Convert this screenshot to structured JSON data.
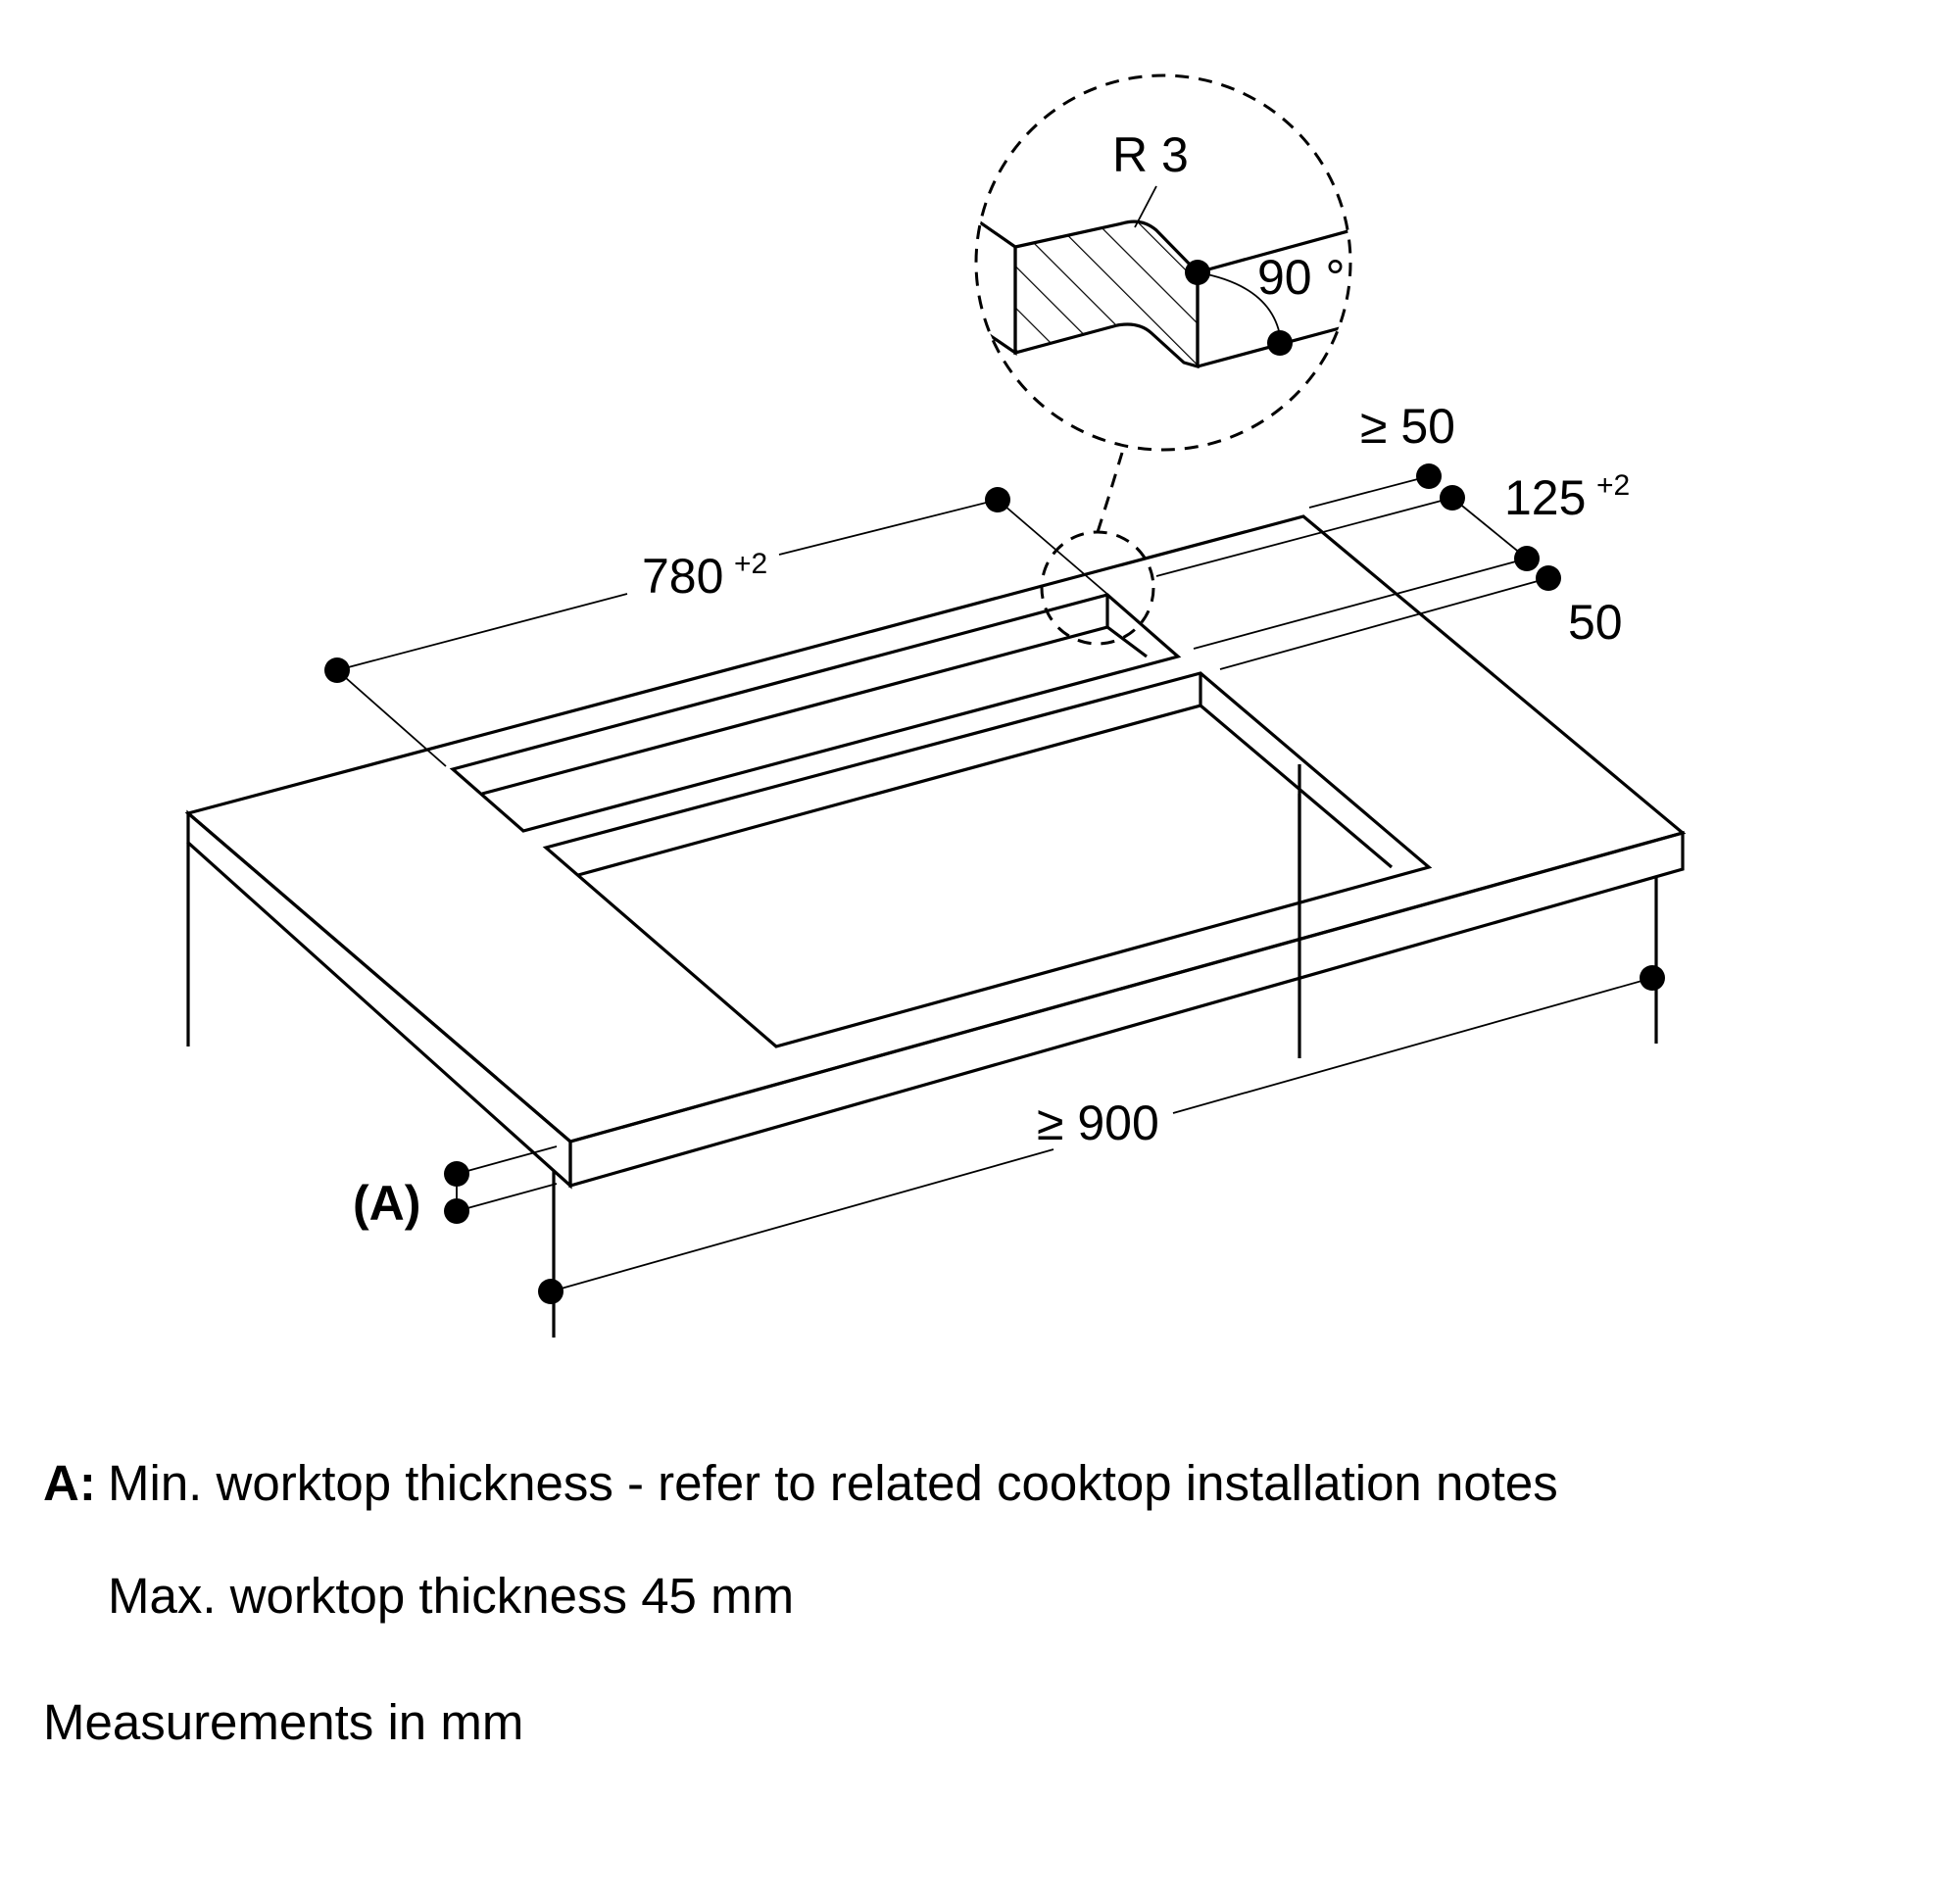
{
  "labels": {
    "radius": "R 3",
    "angle": "90 °",
    "rear_gap": "≥ 50",
    "strip_width": "125",
    "strip_width_tol": "+2",
    "cutout_gap": "50",
    "cutout_length": "780",
    "cutout_length_tol": "+2",
    "cabinet_width": "≥ 900",
    "thickness_marker": "(A)"
  },
  "notes": {
    "a_key": "A:",
    "a_text": "Min. worktop thickness - refer to related cooktop installation notes",
    "max_text": "Max. worktop thickness 45 mm",
    "measurements": "Measurements in mm"
  }
}
